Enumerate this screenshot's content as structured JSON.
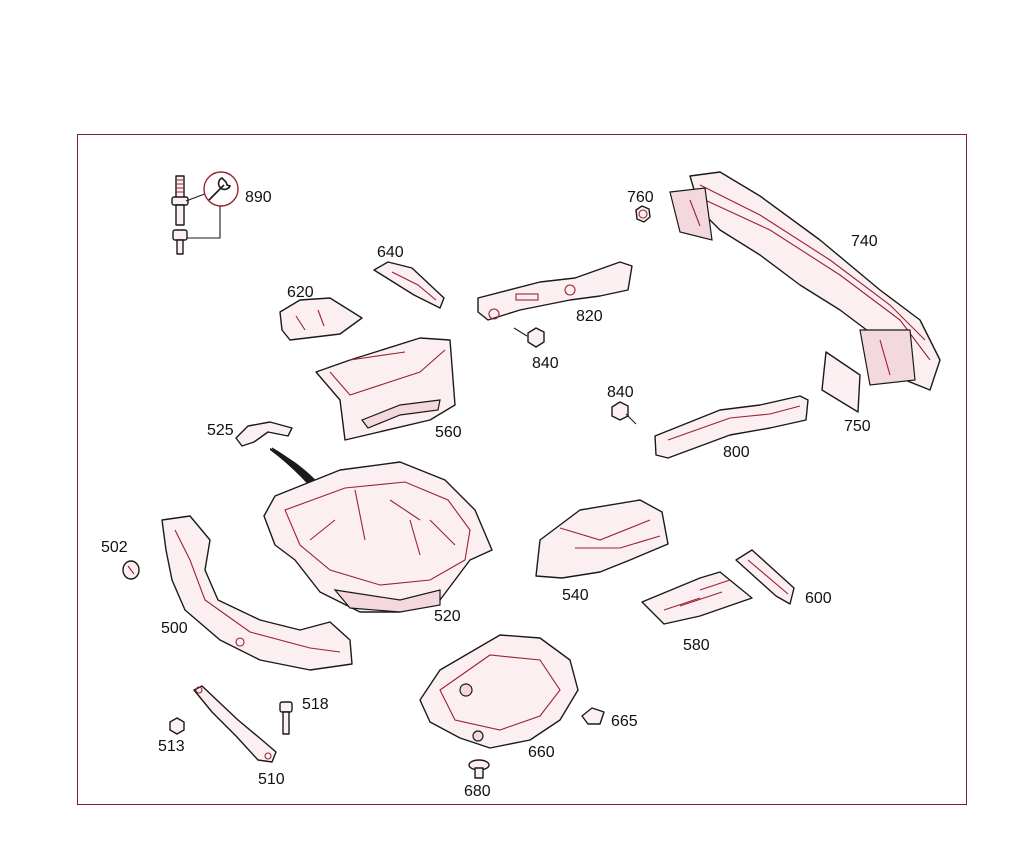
{
  "diagram": {
    "border_color": "#7a1f2b",
    "accent_color": "#9b2233",
    "callouts": {
      "p890": "890",
      "p760": "760",
      "p740": "740",
      "p640": "640",
      "p620": "620",
      "p820": "820",
      "p840a": "840",
      "p840b": "840",
      "p750": "750",
      "p800": "800",
      "p525": "525",
      "p560": "560",
      "p502": "502",
      "p500": "500",
      "p520": "520",
      "p540": "540",
      "p600": "600",
      "p580": "580",
      "p518": "518",
      "p513": "513",
      "p510": "510",
      "p665": "665",
      "p660": "660",
      "p680": "680"
    },
    "icons": {
      "tool": "wrench-icon"
    }
  }
}
